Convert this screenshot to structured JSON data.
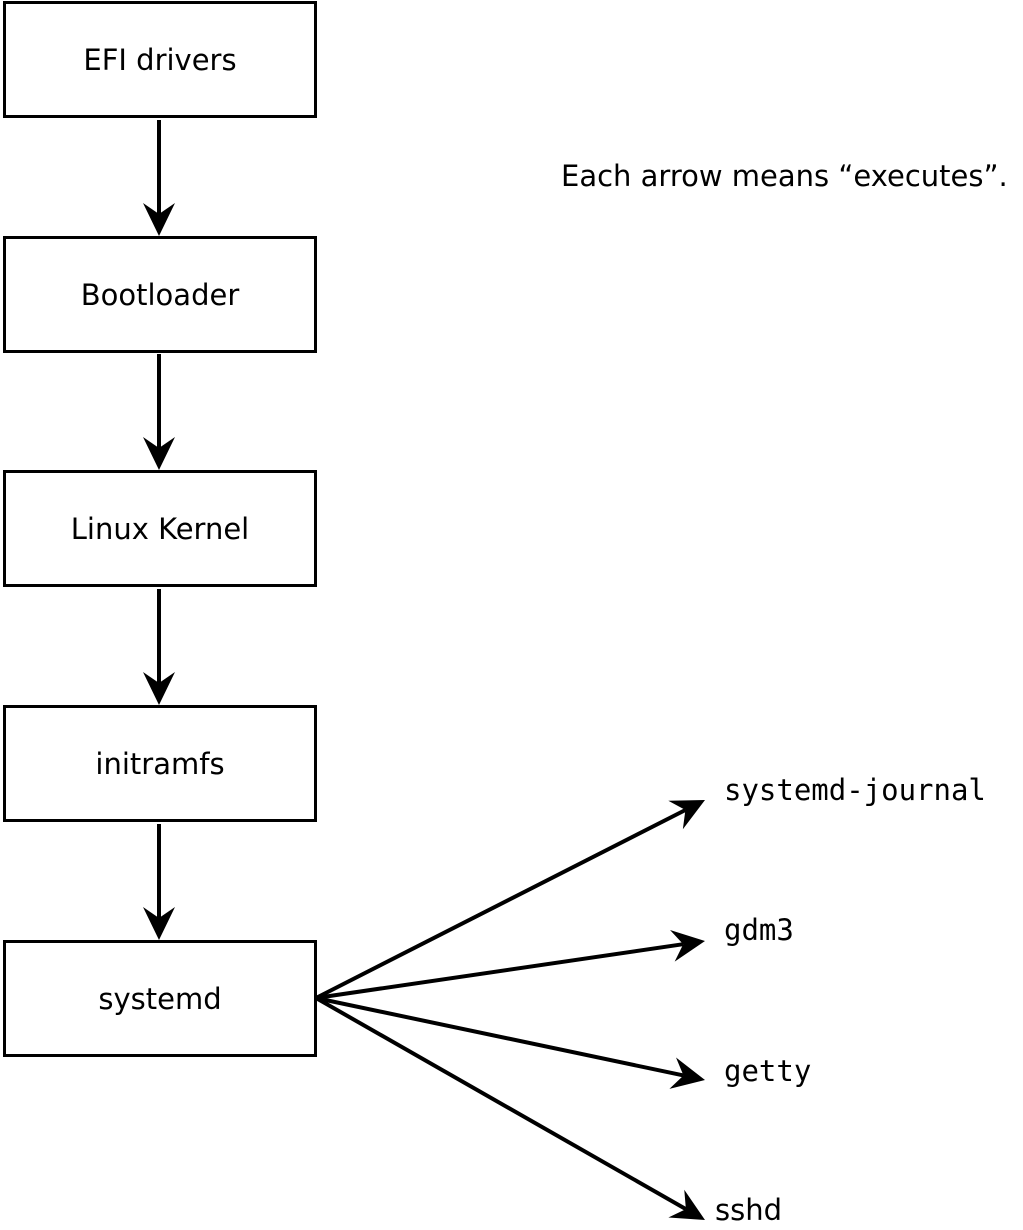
{
  "legend": "Each arrow means “executes”.",
  "chain": [
    {
      "id": "efi",
      "label": "EFI drivers"
    },
    {
      "id": "bootloader",
      "label": "Bootloader"
    },
    {
      "id": "kernel",
      "label": "Linux Kernel"
    },
    {
      "id": "initramfs",
      "label": "initramfs"
    },
    {
      "id": "systemd",
      "label": "systemd"
    }
  ],
  "children": [
    {
      "id": "journal",
      "label": "systemd-journal"
    },
    {
      "id": "gdm",
      "label": "gdm3"
    },
    {
      "id": "getty",
      "label": "getty"
    },
    {
      "id": "sshd",
      "label": "sshd"
    }
  ],
  "edges": [
    {
      "from": "efi",
      "to": "bootloader"
    },
    {
      "from": "bootloader",
      "to": "kernel"
    },
    {
      "from": "kernel",
      "to": "initramfs"
    },
    {
      "from": "initramfs",
      "to": "systemd"
    },
    {
      "from": "systemd",
      "to": "journal"
    },
    {
      "from": "systemd",
      "to": "gdm"
    },
    {
      "from": "systemd",
      "to": "getty"
    },
    {
      "from": "systemd",
      "to": "sshd"
    }
  ],
  "colors": {
    "stroke": "#000000",
    "background": "#ffffff"
  }
}
